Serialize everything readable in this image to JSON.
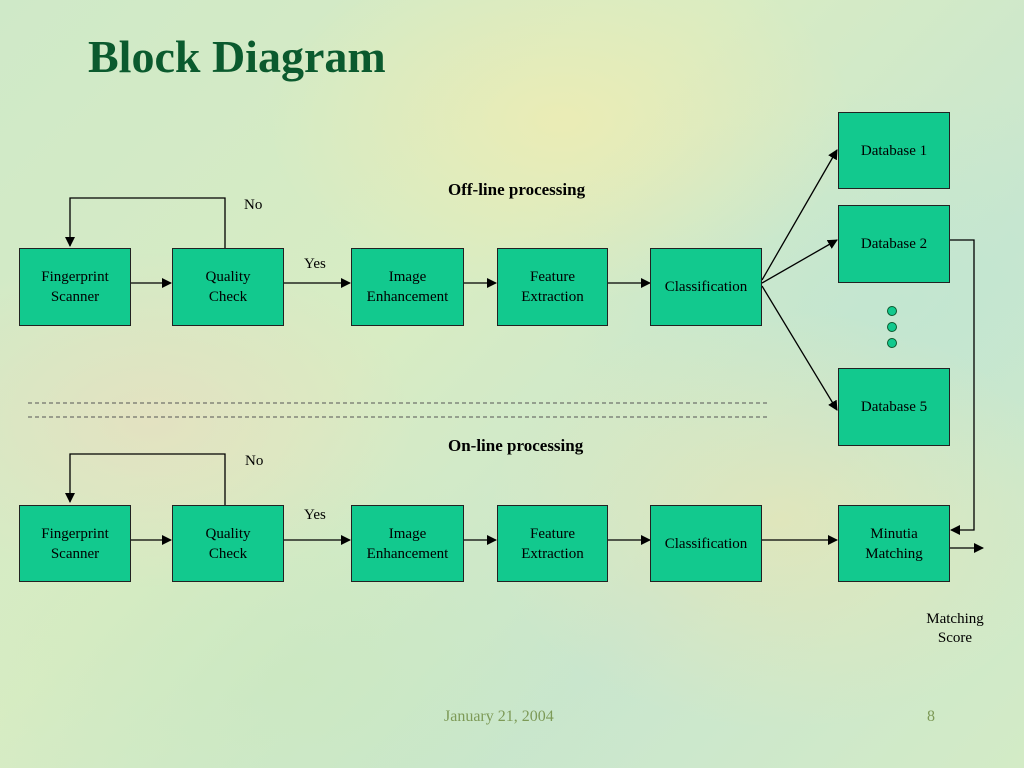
{
  "title": "Block Diagram",
  "offline": {
    "label": "Off-line processing",
    "scanner": "Fingerprint\nScanner",
    "quality": "Quality\nCheck",
    "enhancement": "Image\nEnhancement",
    "feature": "Feature\nExtraction",
    "classification": "Classification",
    "no": "No",
    "yes": "Yes"
  },
  "databases": {
    "db1": "Database 1",
    "db2": "Database 2",
    "db5": "Database 5"
  },
  "online": {
    "label": "On-line processing",
    "scanner": "Fingerprint\nScanner",
    "quality": "Quality\nCheck",
    "enhancement": "Image\nEnhancement",
    "feature": "Feature\nExtraction",
    "classification": "Classification",
    "matching": "Minutia\nMatching",
    "no": "No",
    "yes": "Yes",
    "score": "Matching\nScore"
  },
  "footer": {
    "date": "January 21, 2004",
    "page": "8"
  },
  "colors": {
    "box": "#12c98e",
    "title": "#0b5a2e"
  }
}
